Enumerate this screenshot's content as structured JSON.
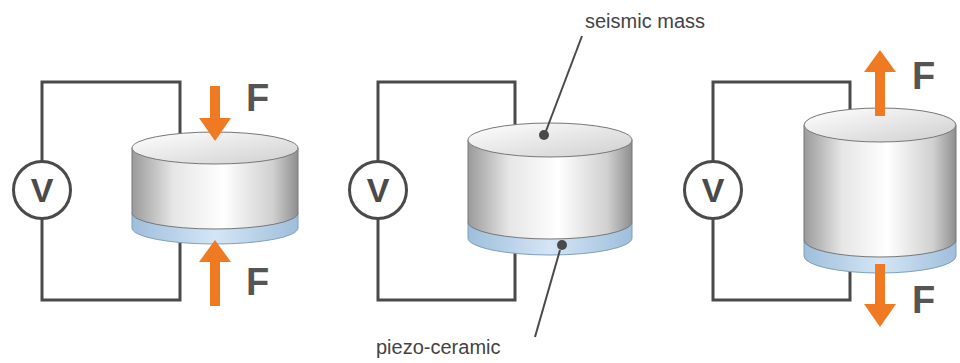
{
  "diagram": {
    "nodes": [
      {
        "text": [
          "V"
        ]
      },
      {
        "text": [
          "V"
        ]
      },
      {
        "text": [
          "V"
        ]
      }
    ],
    "labels": [
      "F",
      "F",
      "seismic mass",
      "piezo-ceramic",
      "F",
      "F"
    ]
  }
}
